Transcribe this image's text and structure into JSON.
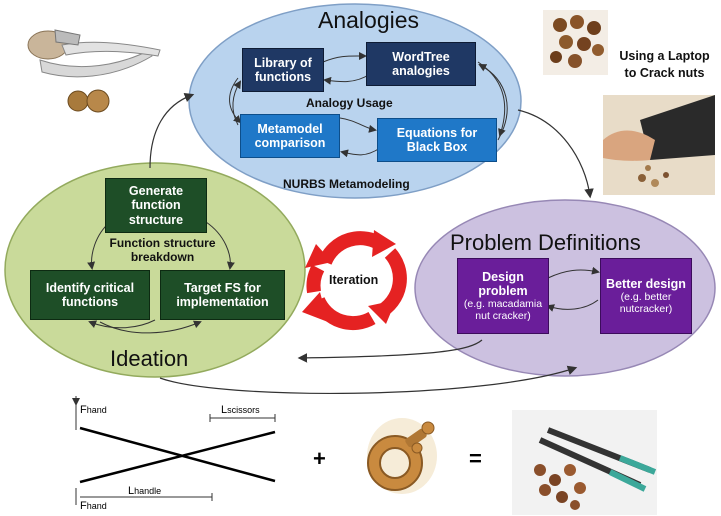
{
  "analogies": {
    "title": "Analogies",
    "library": "Library of functions",
    "wordtree": "WordTree analogies",
    "usage": "Analogy Usage",
    "metamodel": "Metamodel comparison",
    "equations": "Equations for Black Box",
    "nurbs": "NURBS Metamodeling"
  },
  "ideation": {
    "title": "Ideation",
    "generate": "Generate function structure",
    "breakdown": "Function structure breakdown",
    "identify": "Identify critical functions",
    "target": "Target FS for implementation"
  },
  "problem": {
    "title": "Problem Definitions",
    "design_title": "Design problem",
    "design_note": "(e.g. macadamia nut cracker)",
    "better_title": "Better design",
    "better_note": "(e.g. better nutcracker)"
  },
  "iteration": "Iteration",
  "laptop_caption": "Using a Laptop to Crack nuts",
  "graph": {
    "f_hand_top": "F",
    "f_hand_top_sub": "hand",
    "l_scissors": "L",
    "l_scissors_sub": "scissors",
    "l_handle": "L",
    "l_handle_sub": "handle",
    "f_hand_bottom": "F",
    "f_hand_bottom_sub": "hand"
  },
  "plus": "+",
  "equals": "="
}
